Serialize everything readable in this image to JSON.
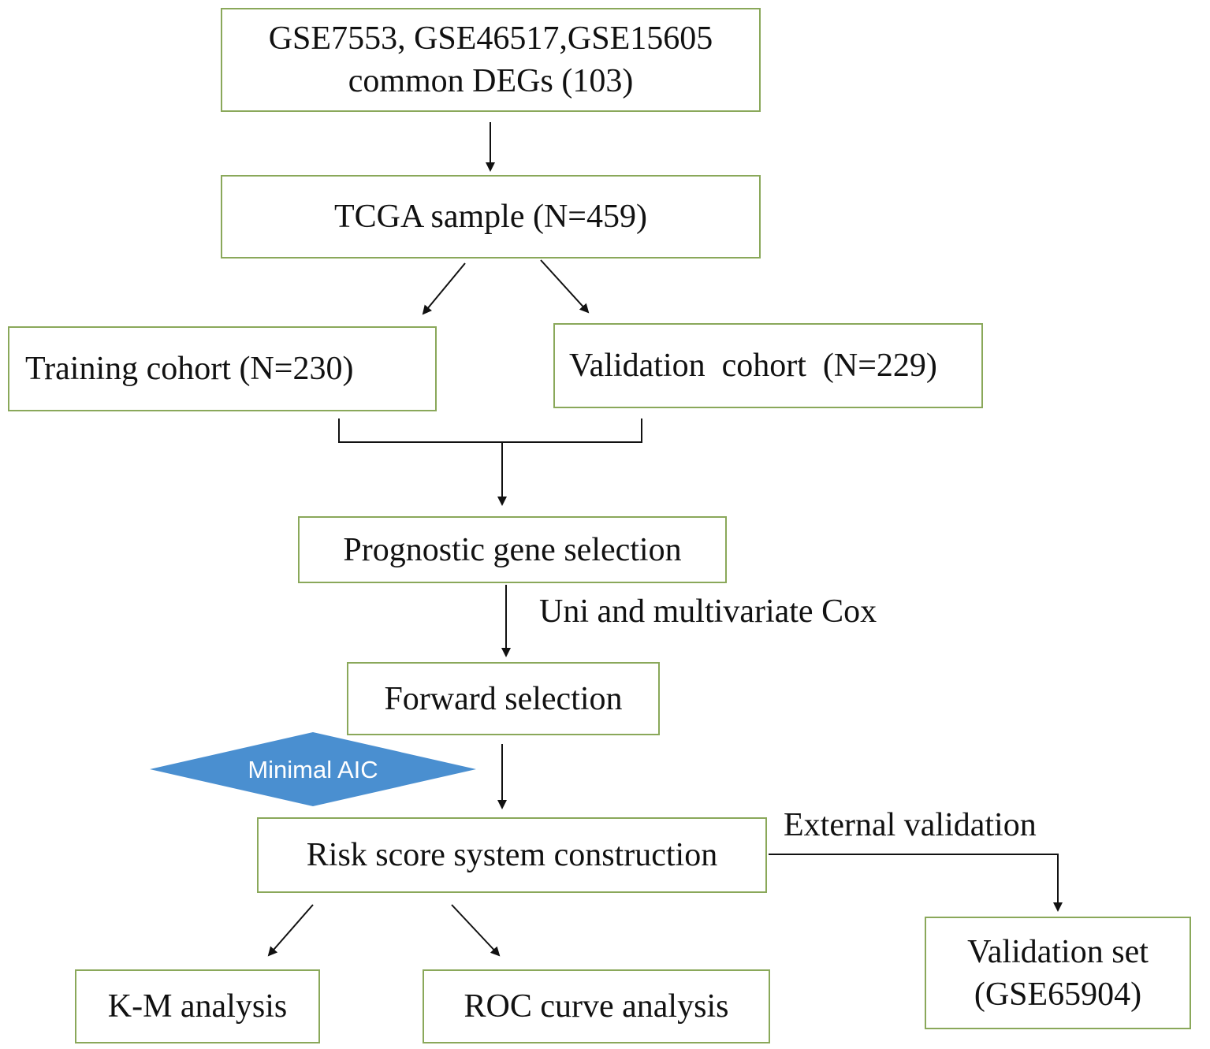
{
  "boxes": {
    "common_degs": {
      "line1": "GSE7553, GSE46517,GSE15605",
      "line2": "common DEGs (103)"
    },
    "tcga_sample": {
      "label": "TCGA sample (N=459)"
    },
    "training_cohort": {
      "label": "Training cohort (N=230)"
    },
    "validation_cohort": {
      "label": "Validation  cohort  (N=229)"
    },
    "prognostic_gene_selection": {
      "label": "Prognostic gene selection"
    },
    "forward_selection": {
      "label": "Forward selection"
    },
    "risk_score": {
      "label": "Risk score system construction"
    },
    "km_analysis": {
      "label": "K-M analysis"
    },
    "roc_analysis": {
      "label": "ROC curve analysis"
    },
    "validation_set": {
      "line1": "Validation set",
      "line2": "(GSE65904)"
    }
  },
  "edge_labels": {
    "cox": "Uni and multivariate Cox",
    "external": "External validation"
  },
  "decision": {
    "label": "Minimal AIC"
  },
  "colors": {
    "box_border": "#8aa85a",
    "arrow": "#111111",
    "diamond_fill": "#4a8fd0",
    "diamond_text": "#ffffff"
  }
}
